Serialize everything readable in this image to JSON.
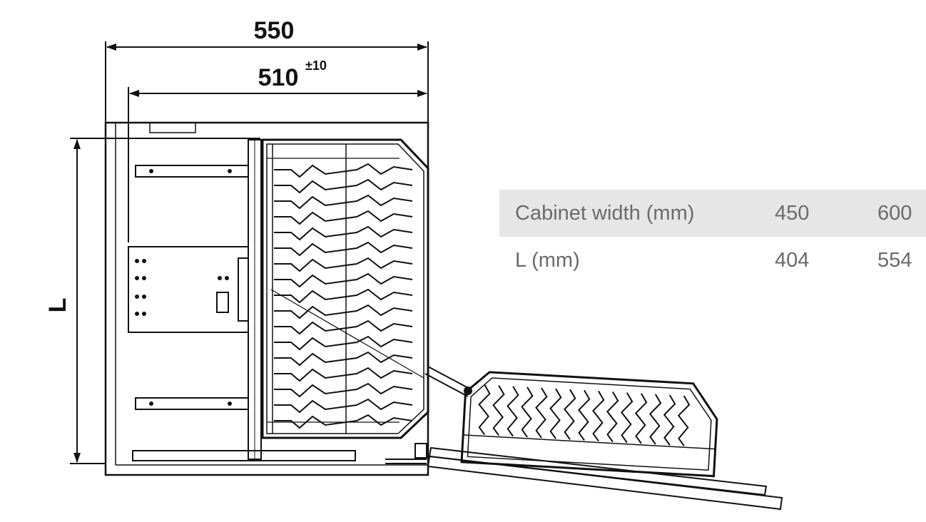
{
  "dimensions": {
    "outer_width": "550",
    "inner_width": "510",
    "inner_tolerance": "±10",
    "length_symbol": "L"
  },
  "table": {
    "rows": [
      {
        "label": "Cabinet width (mm)",
        "a": "450",
        "b": "600"
      },
      {
        "label": "L (mm)",
        "a": "404",
        "b": "554"
      }
    ]
  },
  "colors": {
    "line": "#111111",
    "table_shade": "#e6e6e6",
    "table_text": "#6b6b6b"
  }
}
